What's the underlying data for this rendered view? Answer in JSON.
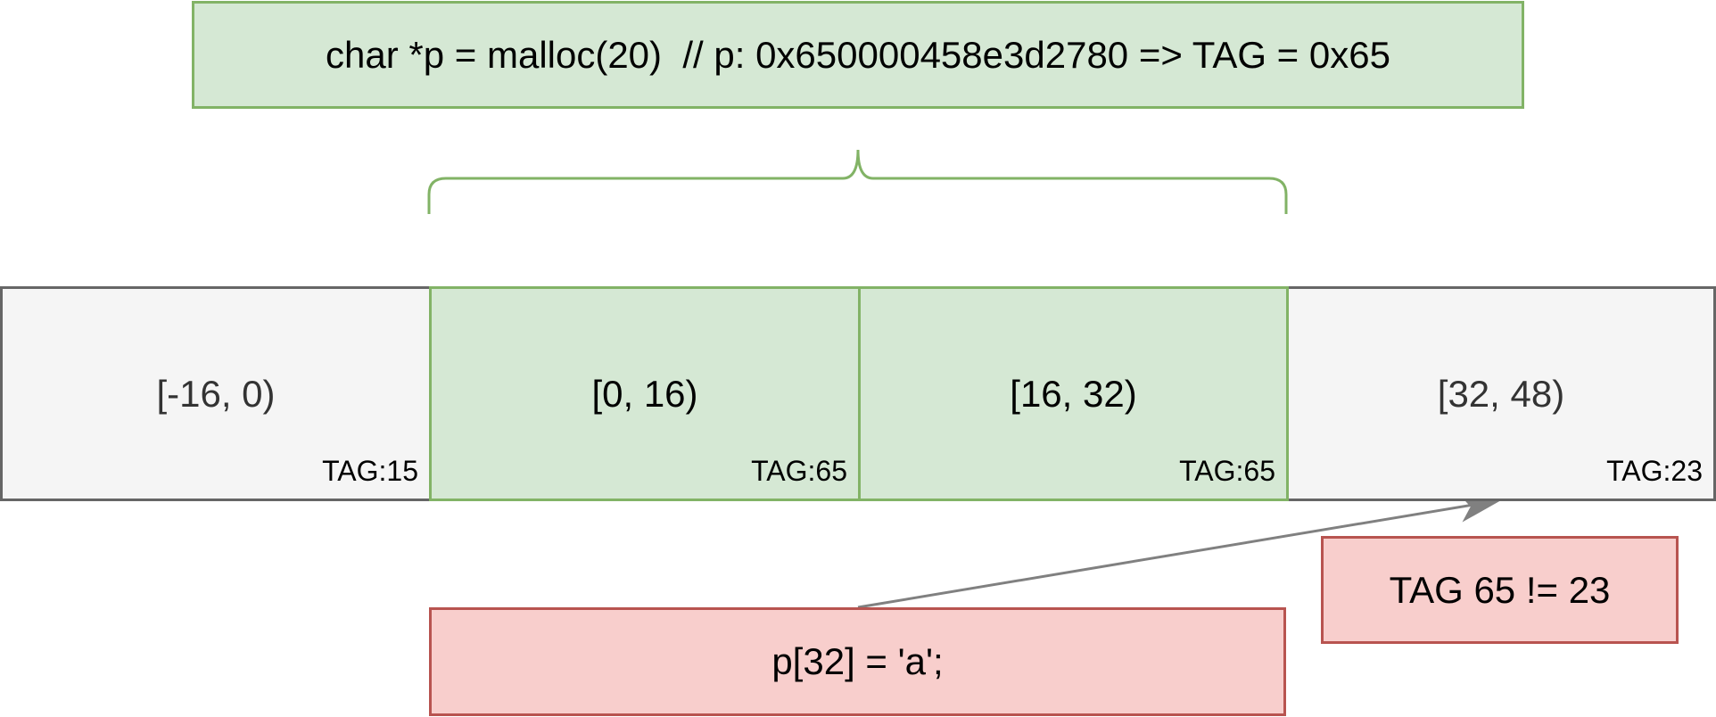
{
  "header_code": "char *p = malloc(20)  // p: 0x650000458e3d2780 => TAG = 0x65",
  "cells": [
    {
      "range": "[-16, 0)",
      "tag": "TAG:15"
    },
    {
      "range": "[0, 16)",
      "tag": "TAG:65"
    },
    {
      "range": "[16, 32)",
      "tag": "TAG:65"
    },
    {
      "range": "[32, 48)",
      "tag": "TAG:23"
    }
  ],
  "access_code": "p[32] = 'a';",
  "mismatch": "TAG 65 != 23",
  "colors": {
    "green_fill": "#d5e8d4",
    "green_stroke": "#82b366",
    "red_fill": "#f8cecc",
    "red_stroke": "#b85450",
    "grey_fill": "#f5f5f5",
    "grey_stroke": "#666666"
  }
}
